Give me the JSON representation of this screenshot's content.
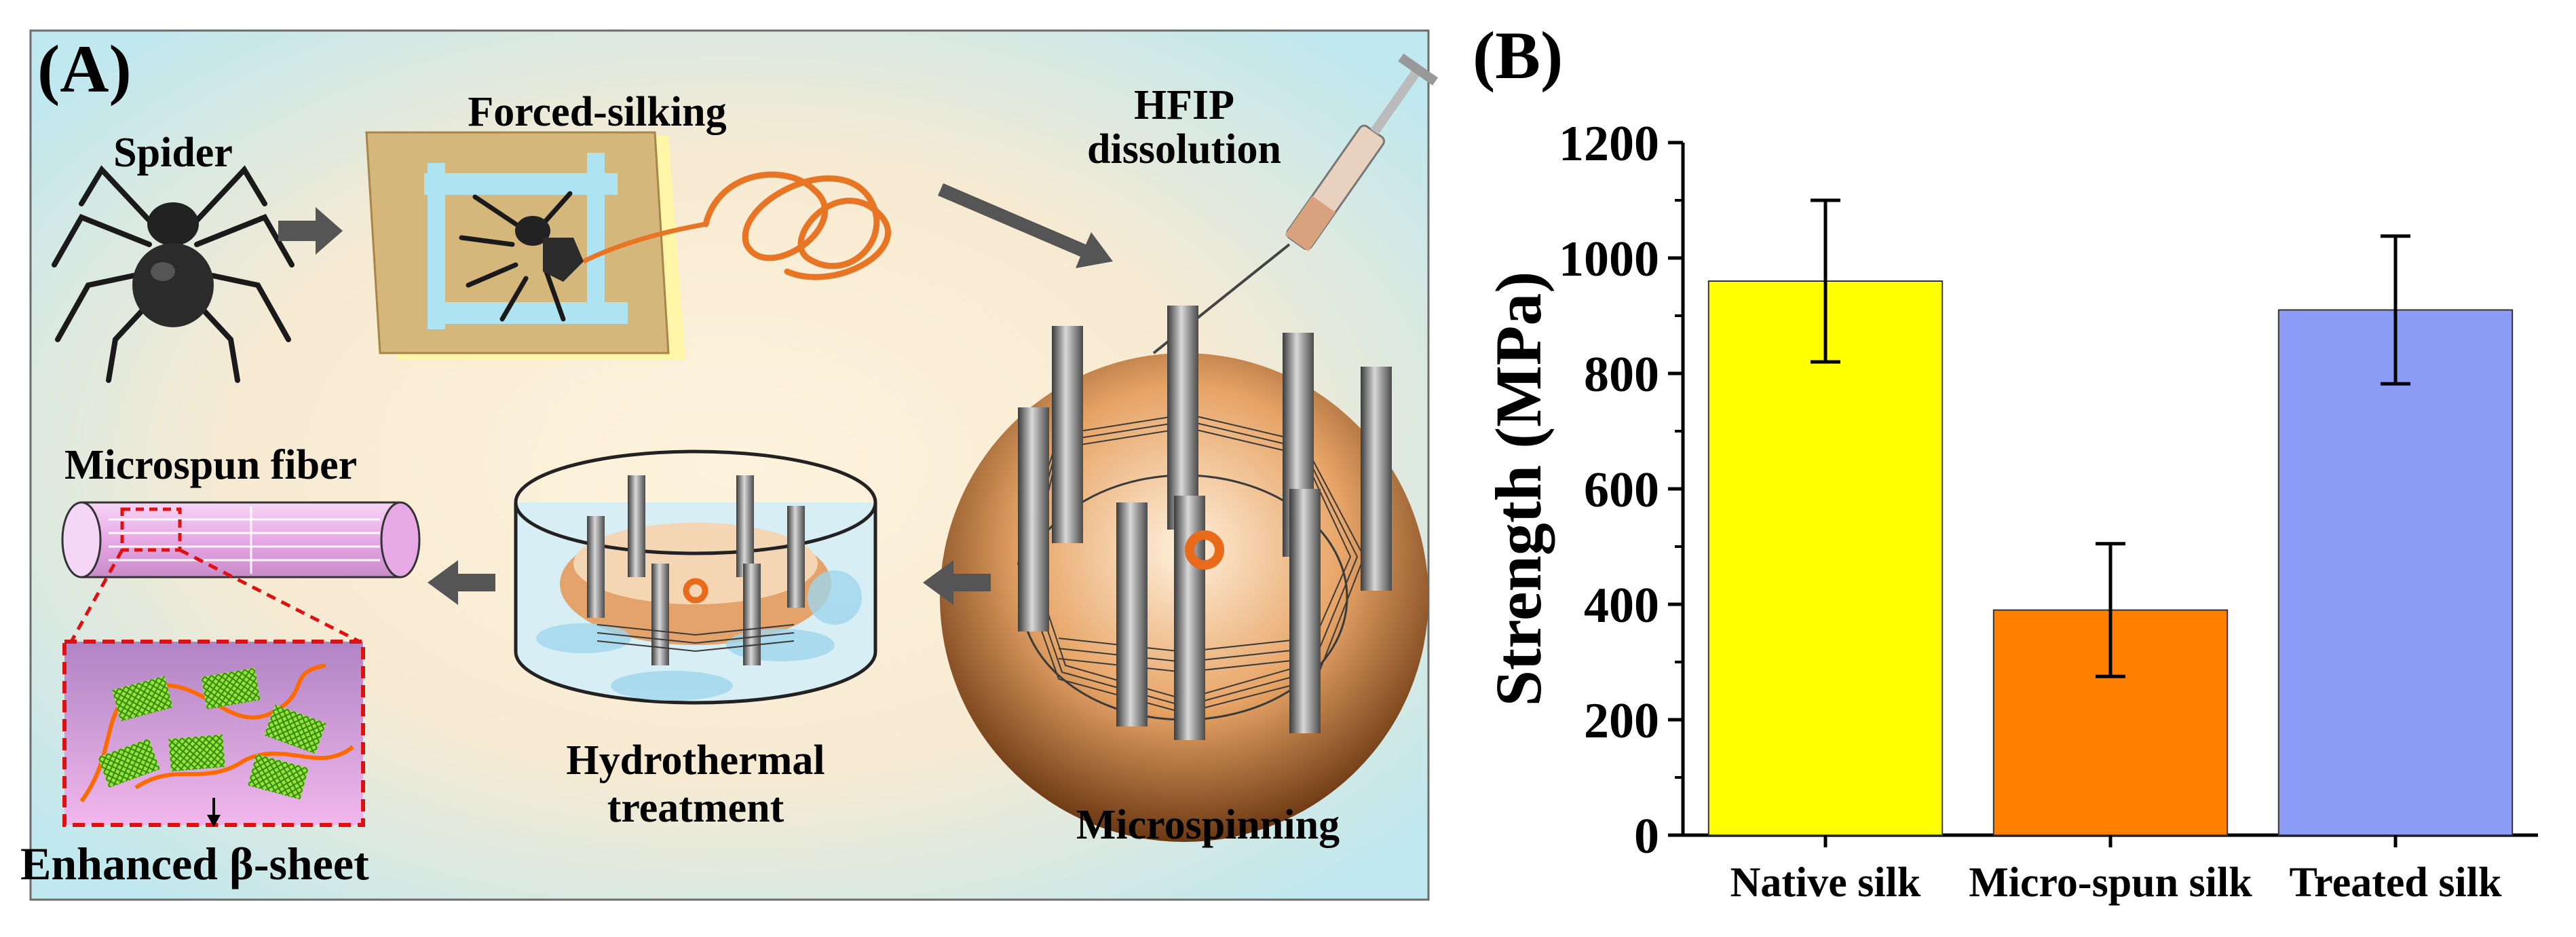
{
  "panel_a": {
    "label": "(A)",
    "steps": {
      "spider": "Spider",
      "forced_silking": "Forced-silking",
      "hfip_line1": "HFIP",
      "hfip_line2": "dissolution",
      "microspinning": "Microspinning",
      "hydrothermal_line1": "Hydrothermal",
      "hydrothermal_line2": "treatment",
      "microspun_fiber": "Microspun fiber",
      "enhanced_beta": "Enhanced β-sheet"
    }
  },
  "chart_data": {
    "type": "bar",
    "panel_label": "(B)",
    "title": "",
    "xlabel": "",
    "ylabel": "Strength (MPa)",
    "ylim": [
      0,
      1200
    ],
    "yticks": [
      "0",
      "200",
      "400",
      "600",
      "800",
      "1000",
      "1200"
    ],
    "categories": [
      "Native silk",
      "Micro-spun silk",
      "Treated silk"
    ],
    "values": [
      960,
      390,
      910
    ],
    "errors": [
      140,
      115,
      128
    ],
    "colors": [
      "#ffff00",
      "#ff7f00",
      "#8c9cf6"
    ],
    "grid": false,
    "legend": "none"
  }
}
